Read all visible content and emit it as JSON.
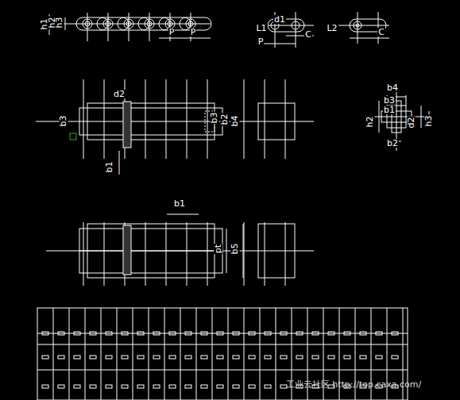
{
  "diagram": {
    "labels": [
      "h1",
      "h2",
      "h3",
      "P",
      "P",
      "L1",
      "d1",
      "P",
      "C",
      "L2",
      "C",
      "d2",
      "b3",
      "b1",
      "b3",
      "b2",
      "b4",
      "b4",
      "b3",
      "b1",
      "h2",
      "d2",
      "h3",
      "b2",
      "b1",
      "pt",
      "b5",
      "工业云社区 http://top.caxa.com/"
    ]
  }
}
